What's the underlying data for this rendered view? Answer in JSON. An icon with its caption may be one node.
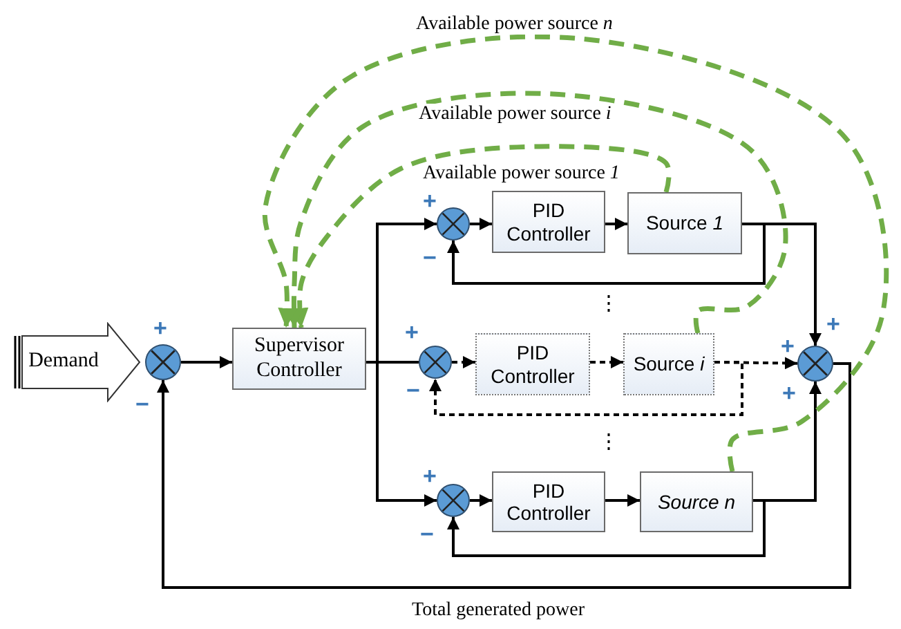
{
  "diagram": {
    "nodes": [
      {
        "text": [
          "Demand"
        ]
      },
      {
        "text": [],
        "shape": "circle"
      },
      {
        "text": [
          "Supervisor Controller"
        ]
      },
      {
        "text": [],
        "shape": "circle"
      },
      {
        "text": [
          "PID Controller"
        ]
      },
      {
        "text": [
          "Source *1*"
        ]
      },
      {
        "text": [],
        "shape": "circle"
      },
      {
        "text": [
          "PID Controller"
        ]
      },
      {
        "text": [
          "Source *i*"
        ]
      },
      {
        "text": [],
        "shape": "circle"
      },
      {
        "text": [
          "PID Controller"
        ]
      },
      {
        "text": [
          "Source n"
        ]
      },
      {
        "text": [],
        "shape": "circle"
      }
    ],
    "edges": [
      {
        "from": 1,
        "to": 2,
        "arrow": "to"
      },
      {
        "from": 2,
        "to": 3,
        "arrow": "to"
      },
      {
        "from": 2,
        "to": 6,
        "arrow": "none"
      },
      {
        "from": 2,
        "to": 9,
        "arrow": "to"
      },
      {
        "from": 3,
        "to": 4,
        "arrow": "to"
      },
      {
        "from": 4,
        "to": 5,
        "arrow": "to"
      },
      {
        "from": 5,
        "to": 3,
        "arrow": "to"
      },
      {
        "from": 5,
        "to": 12,
        "arrow": "to"
      },
      {
        "from": 6,
        "to": 7,
        "arrow": "to",
        "style": "dashed"
      },
      {
        "from": 7,
        "to": 8,
        "arrow": "to",
        "style": "dashed"
      },
      {
        "from": 8,
        "to": 6,
        "arrow": "to",
        "style": "dashed"
      },
      {
        "from": 8,
        "to": 12,
        "arrow": "to",
        "style": "dashed"
      },
      {
        "from": 9,
        "to": 10,
        "arrow": "to"
      },
      {
        "from": 10,
        "to": 11,
        "arrow": "to"
      },
      {
        "from": 11,
        "to": 9,
        "arrow": "to"
      },
      {
        "from": 11,
        "to": 12,
        "arrow": "to"
      },
      {
        "from": 12,
        "to": 1,
        "arrow": "to",
        "label": "Total generated power"
      },
      {
        "from": 5,
        "to": 2,
        "arrow": "to",
        "style": "dashed",
        "color": "#70ad47",
        "label": "Available power source *1*"
      },
      {
        "from": 8,
        "to": 2,
        "arrow": "to",
        "style": "dashed",
        "color": "#70ad47",
        "label": "Available power source *i*"
      },
      {
        "from": 11,
        "to": 2,
        "arrow": "to",
        "style": "dashed",
        "color": "#70ad47",
        "label": "Available power source *n*"
      }
    ],
    "labels": [
      "+",
      "−",
      "⋮",
      "+",
      "+",
      "+",
      "+",
      "−",
      "−",
      "+",
      "⋮",
      "+",
      "−"
    ]
  }
}
